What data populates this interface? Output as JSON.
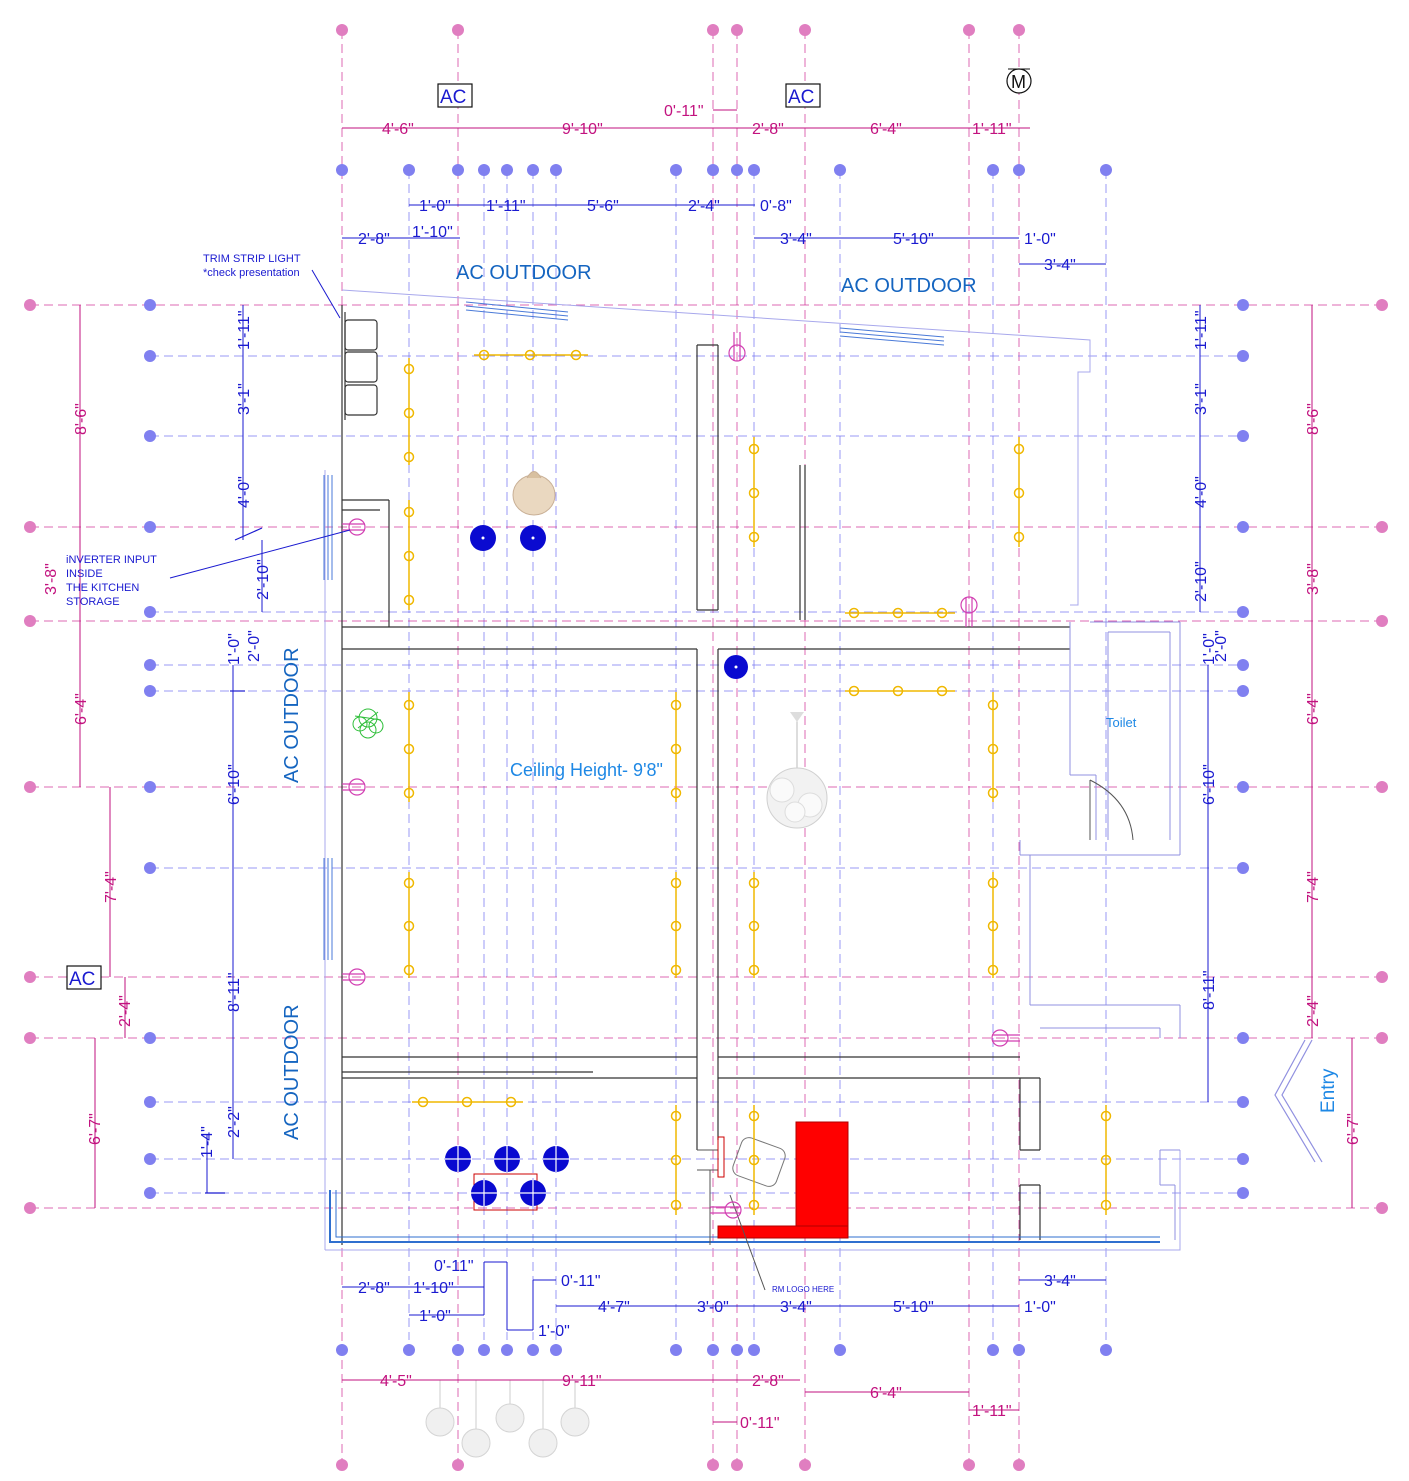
{
  "labels": {
    "ac_tag": "AC",
    "meter_tag": "M",
    "ac_outdoor": "AC OUTDOOR",
    "ceiling_height": "Ceiling Height- 9'8\"",
    "toilet": "Toilet",
    "entry": "Entry",
    "trim_strip_line1": "TRIM STRIP LIGHT",
    "trim_strip_line2": "*check presentation",
    "inverter_line1": "iNVERTER INPUT",
    "inverter_line2": "INSIDE",
    "inverter_line3": "THE KITCHEN",
    "inverter_line4": "STORAGE",
    "logo_note": "RM LOGO HERE"
  },
  "dims_top_outer": [
    "4'-6\"",
    "9'-10\"",
    "0'-11\"",
    "2'-8\"",
    "6'-4\"",
    "1'-11\""
  ],
  "dims_top_inner": [
    "1'-0\"",
    "1'-11\"",
    "5'-6\"",
    "2'-4\"",
    "0'-8\"",
    "2'-8\"",
    "1'-10\"",
    "3'-4\"",
    "5'-10\"",
    "1'-0\"",
    "3'-4\""
  ],
  "dims_left_outer": [
    "8'-6\"",
    "3'-8\"",
    "6'-4\"",
    "7'-4\"",
    "2'-4\"",
    "6'-7\""
  ],
  "dims_left_inner": [
    "1'-11\"",
    "3'-1\"",
    "4'-0\"",
    "2'-10\"",
    "1'-0\"",
    "2'-0\"",
    "6'-10\"",
    "8'-11\"",
    "2'-2\"",
    "1'-4\""
  ],
  "dims_right_inner": [
    "1'-11\"",
    "3'-1\"",
    "4'-0\"",
    "2'-10\"",
    "1'-0\"",
    "2'-0\"",
    "6'-10\"",
    "8'-11\""
  ],
  "dims_right_outer": [
    "8'-6\"",
    "3'-8\"",
    "6'-4\"",
    "7'-4\"",
    "2'-4\"",
    "6'-7\""
  ],
  "dims_bottom_inner": [
    "0'-11\"",
    "2'-8\"",
    "1'-10\"",
    "0'-11\"",
    "1'-0\"",
    "4'-7\"",
    "3'-0\"",
    "3'-4\"",
    "5'-10\"",
    "1'-0\"",
    "3'-4\"",
    "1'-0\""
  ],
  "dims_bottom_outer": [
    "4'-5\"",
    "9'-11\"",
    "2'-8\"",
    "6'-4\"",
    "1'-11\"",
    "0'-11\""
  ],
  "colors": {
    "magenta": "#d2369a",
    "grid_blue": "#6e6ef0",
    "dim_blue": "#1a1ad0",
    "ac_text": "#1565c0",
    "light_yellow": "#f0b800",
    "downlight": "#0a0ad0",
    "sofa_red": "#ff0000",
    "wall": "#222222",
    "outline": "#a0a0e8"
  },
  "icons": [
    "pendant-lamp-icon",
    "cloud-pendant-icon",
    "plant-icon",
    "downlight-icon",
    "socket-icon",
    "door-swing-icon",
    "entry-arrow-icon"
  ]
}
